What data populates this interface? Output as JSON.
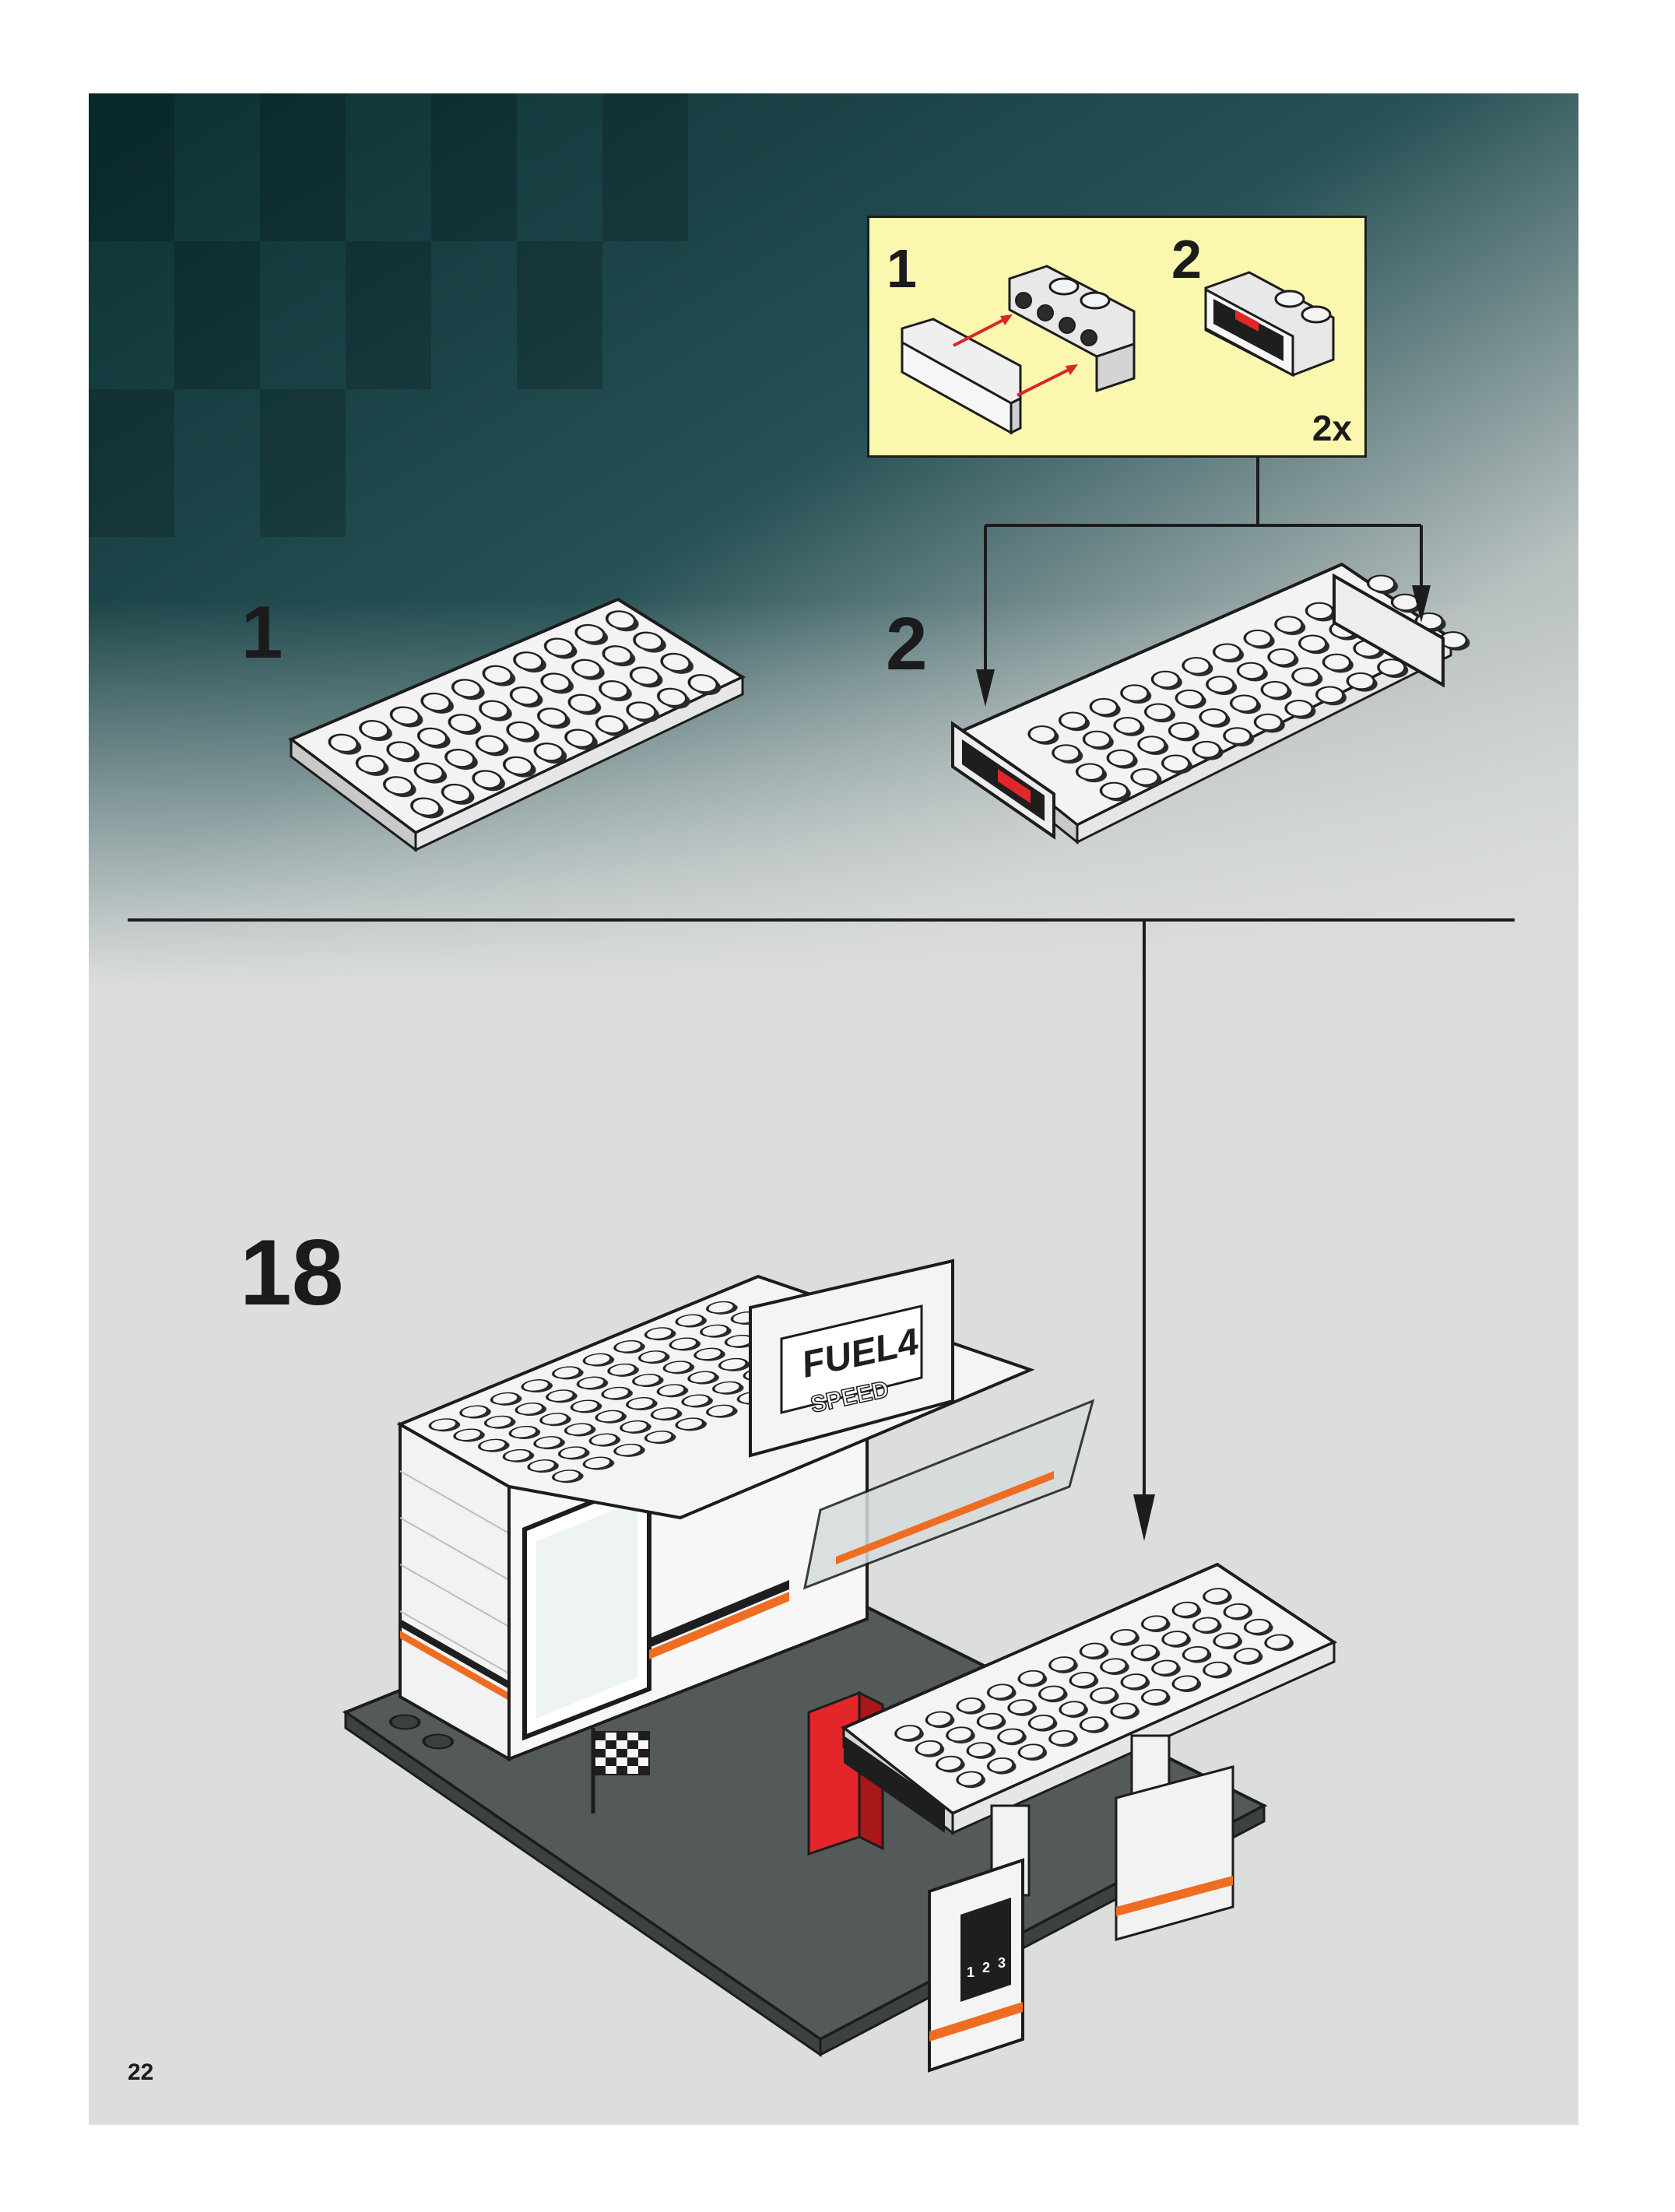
{
  "instructions": {
    "page_number": "22",
    "substeps": [
      {
        "number": "1"
      },
      {
        "number": "2"
      }
    ],
    "callout": {
      "steps": [
        "1",
        "2"
      ],
      "multiplier": "2x"
    },
    "main_step": {
      "number": "18"
    },
    "sign_text": {
      "line1": "FUEL4",
      "line2": "SPEED"
    },
    "pump_digits": [
      "1",
      "2",
      "3"
    ]
  },
  "colors": {
    "accent_red": "#e2262a",
    "stripe_orange": "#ef6d22",
    "callout_bg": "#fbf7ae",
    "teal_dark": "#0c3235",
    "baseplate": "#545a58"
  }
}
